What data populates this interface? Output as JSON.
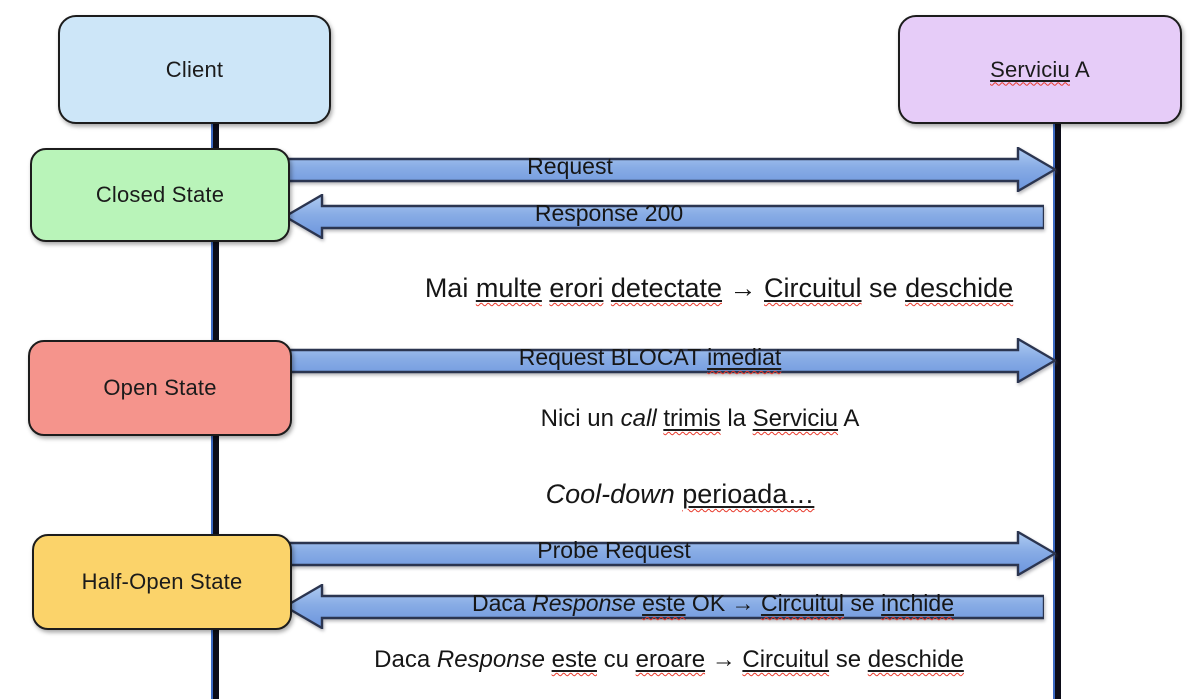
{
  "diagram_type": "sequence-diagram-circuit-breaker",
  "actors": [
    {
      "id": "client",
      "segments": [
        {
          "t": "Client"
        }
      ]
    },
    {
      "id": "service-a",
      "segments": [
        {
          "t": "Serviciu",
          "s": "m"
        },
        {
          "t": " A"
        }
      ]
    }
  ],
  "states": [
    {
      "id": "closed-state",
      "segments": [
        {
          "t": "Closed State"
        }
      ]
    },
    {
      "id": "open-state",
      "segments": [
        {
          "t": "Open State"
        }
      ]
    },
    {
      "id": "half-open-state",
      "segments": [
        {
          "t": "Half-Open State"
        }
      ]
    }
  ],
  "messages": [
    {
      "id": "request",
      "direction": "right",
      "from": "client",
      "to": "service-a",
      "segments": [
        {
          "t": "Request"
        }
      ]
    },
    {
      "id": "response-200",
      "direction": "left",
      "from": "service-a",
      "to": "client",
      "segments": [
        {
          "t": "Response 200"
        }
      ]
    },
    {
      "id": "request-blocked",
      "direction": "right",
      "from": "client",
      "to": "service-a",
      "segments": [
        {
          "t": "Request BLOCAT "
        },
        {
          "t": "imediat",
          "s": "m"
        }
      ]
    },
    {
      "id": "probe-request",
      "direction": "right",
      "from": "client",
      "to": "service-a",
      "segments": [
        {
          "t": "Probe Request"
        }
      ]
    },
    {
      "id": "response-ok",
      "direction": "left",
      "from": "service-a",
      "to": "client",
      "segments": [
        {
          "t": "Daca "
        },
        {
          "t": "Response",
          "s": "i"
        },
        {
          "t": " "
        },
        {
          "t": "este",
          "s": "m"
        },
        {
          "t": " OK → "
        },
        {
          "t": "Circuitul",
          "s": "m"
        },
        {
          "t": " se "
        },
        {
          "t": "inchide",
          "s": "m"
        }
      ]
    }
  ],
  "notes": [
    {
      "id": "errors-detected",
      "segments": [
        {
          "t": "Mai "
        },
        {
          "t": "multe",
          "s": "m"
        },
        {
          "t": " "
        },
        {
          "t": "erori",
          "s": "m"
        },
        {
          "t": " "
        },
        {
          "t": "detectate",
          "s": "m"
        },
        {
          "t": " → "
        },
        {
          "t": "Circuitul",
          "s": "m"
        },
        {
          "t": " se "
        },
        {
          "t": "deschide",
          "s": "m"
        }
      ]
    },
    {
      "id": "no-call-sent",
      "segments": [
        {
          "t": "Nici un "
        },
        {
          "t": "call",
          "s": "i"
        },
        {
          "t": " "
        },
        {
          "t": "trimis",
          "s": "m"
        },
        {
          "t": " la "
        },
        {
          "t": "Serviciu",
          "s": "m"
        },
        {
          "t": " A"
        }
      ]
    },
    {
      "id": "cool-down",
      "segments": [
        {
          "t": "Cool-down",
          "s": "i"
        },
        {
          "t": " "
        },
        {
          "t": "perioada…",
          "s": "m"
        }
      ]
    },
    {
      "id": "response-error",
      "segments": [
        {
          "t": "Daca "
        },
        {
          "t": "Response",
          "s": "i"
        },
        {
          "t": " "
        },
        {
          "t": "este",
          "s": "m"
        },
        {
          "t": " cu "
        },
        {
          "t": "eroare",
          "s": "m"
        },
        {
          "t": " → "
        },
        {
          "t": "Circuitul",
          "s": "m"
        },
        {
          "t": " se "
        },
        {
          "t": "deschide",
          "s": "m"
        }
      ]
    }
  ],
  "colors": {
    "client_fill": "#cde6f8",
    "service_fill": "#e6ccf8",
    "closed_fill": "#b9f4b9",
    "open_fill": "#f5948c",
    "half_open_fill": "#fbd36a",
    "arrow_fill_top": "#b0ccf2",
    "arrow_fill_bottom": "#6b94dd",
    "arrow_border": "#2b3550",
    "lifeline": "#0c0c18",
    "lifeline_accent": "#3c6ac4",
    "squiggle": "#e8392b",
    "box_border": "#1c1c1c"
  }
}
